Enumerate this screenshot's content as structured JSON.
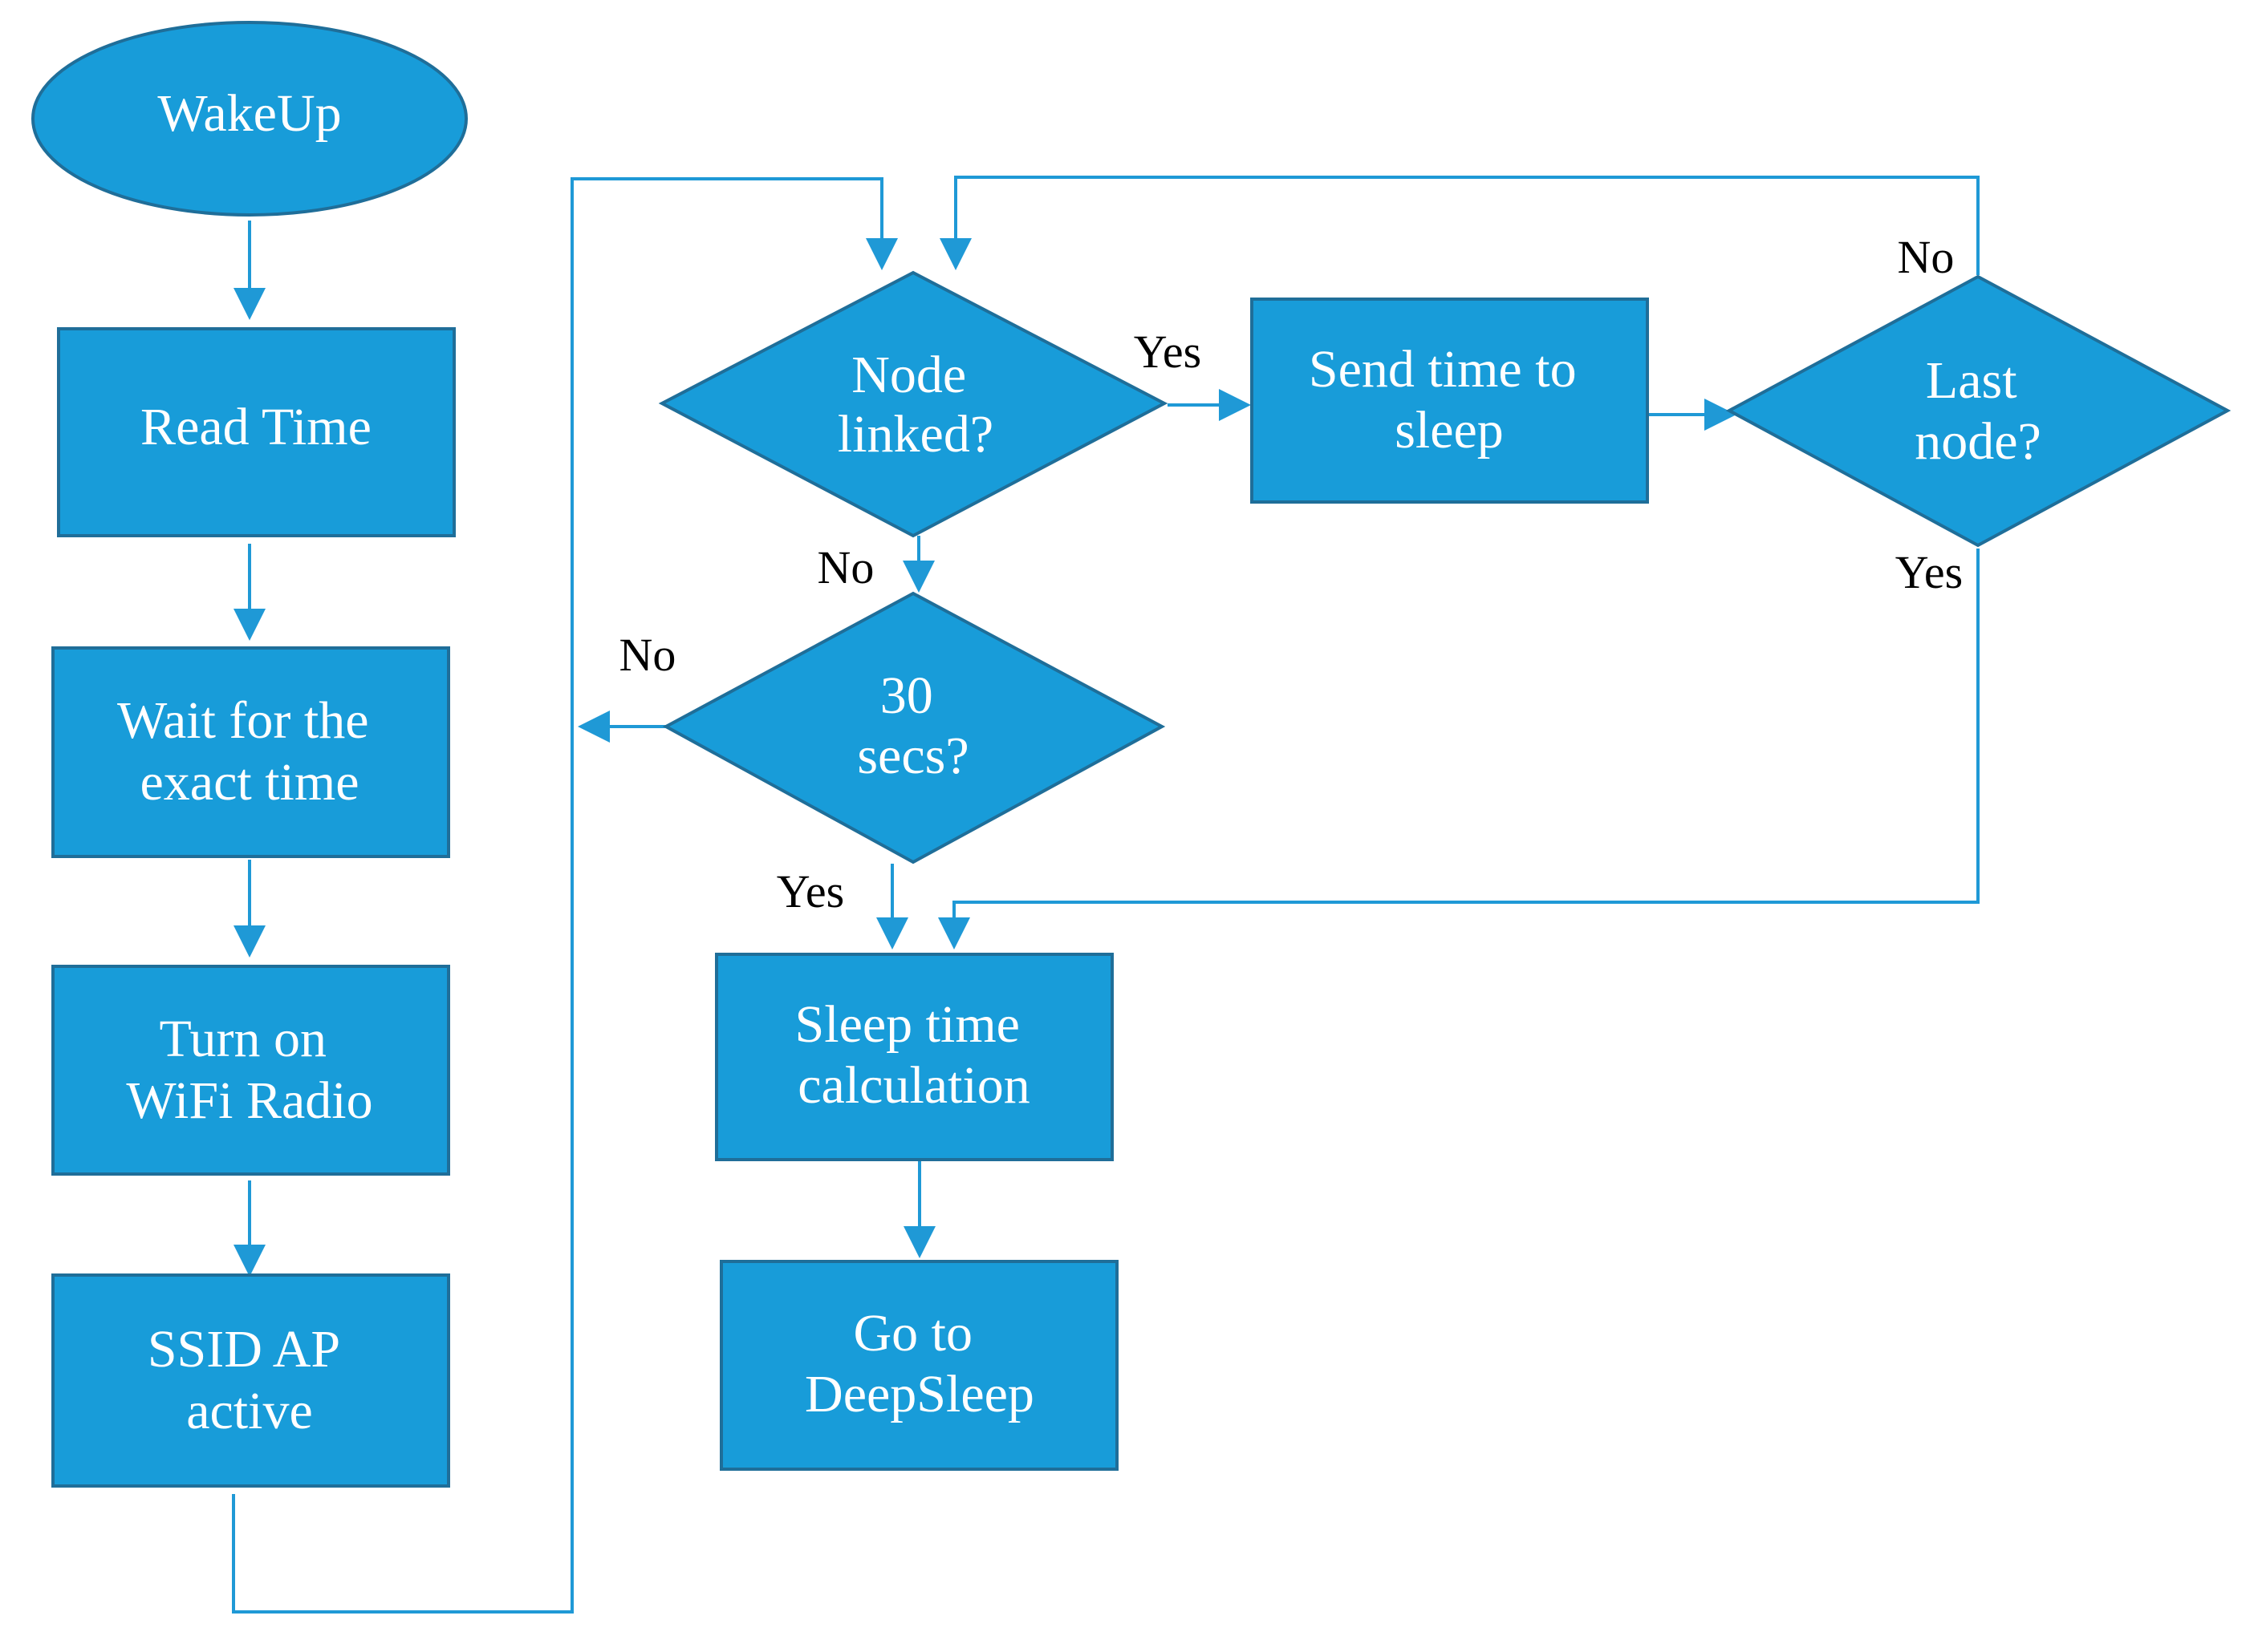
{
  "nodes": {
    "wakeup": [
      "WakeUp"
    ],
    "read_time": [
      "Read Time"
    ],
    "wait": [
      "Wait for the",
      "exact time"
    ],
    "wifi": [
      "Turn on",
      "WiFi Radio"
    ],
    "ssid": [
      "SSID AP",
      "active"
    ],
    "node_linked": [
      "Node",
      "linked?"
    ],
    "send_time": [
      "Send time to",
      "sleep"
    ],
    "last_node": [
      "Last",
      "node?"
    ],
    "thirty_secs": [
      "30",
      "secs?"
    ],
    "sleep_calc": [
      "Sleep time",
      "calculation"
    ],
    "deepsleep": [
      "Go to",
      "DeepSleep"
    ]
  },
  "edge_labels": {
    "node_linked_yes": "Yes",
    "node_linked_no": "No",
    "last_node_no": "No",
    "last_node_yes": "Yes",
    "thirty_secs_no": "No",
    "thirty_secs_yes": "Yes"
  },
  "colors": {
    "fill": "#189cd9",
    "border": "#1f6e99",
    "connector": "#1f99d6",
    "node_text": "#ffffff",
    "edge_text": "#000000"
  }
}
